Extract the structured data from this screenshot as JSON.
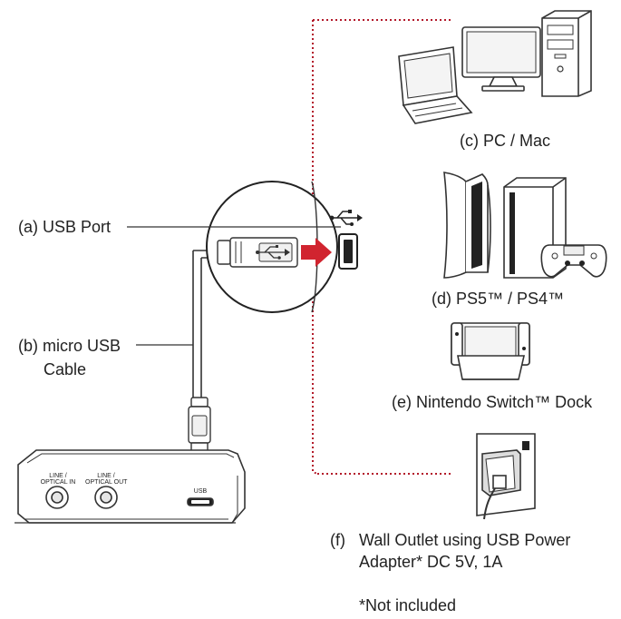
{
  "labels": {
    "usb_port": "(a) USB Port",
    "micro_usb_line1": "(b)  micro USB",
    "micro_usb_line2": "Cable",
    "pc_mac": "(c) PC / Mac",
    "ps5_ps4": "(d) PS5™ / PS4™",
    "switch_dock": "(e) Nintendo Switch™ Dock",
    "wall_outlet_prefix": "(f)",
    "wall_outlet_line1": "Wall Outlet using USB Power",
    "wall_outlet_line2": "Adapter* DC 5V, 1A",
    "not_included": "*Not included"
  },
  "device_panel": {
    "port1_line1": "LINE /",
    "port1_line2": "OPTICAL IN",
    "port2_line1": "LINE /",
    "port2_line2": "OPTICAL OUT",
    "usb_label": "USB"
  },
  "colors": {
    "accent_red": "#d1242f",
    "dotted_line": "#b3192a",
    "line": "#333333"
  },
  "icons": {
    "usb_symbol": "usb-icon",
    "laptop": "laptop-icon",
    "monitor": "monitor-icon",
    "tower": "tower-pc-icon",
    "ps5": "ps5-console-icon",
    "ps4": "ps4-console-icon",
    "controller": "gamepad-icon",
    "switch_dock": "switch-dock-icon",
    "adapter": "usb-power-adapter-icon"
  }
}
